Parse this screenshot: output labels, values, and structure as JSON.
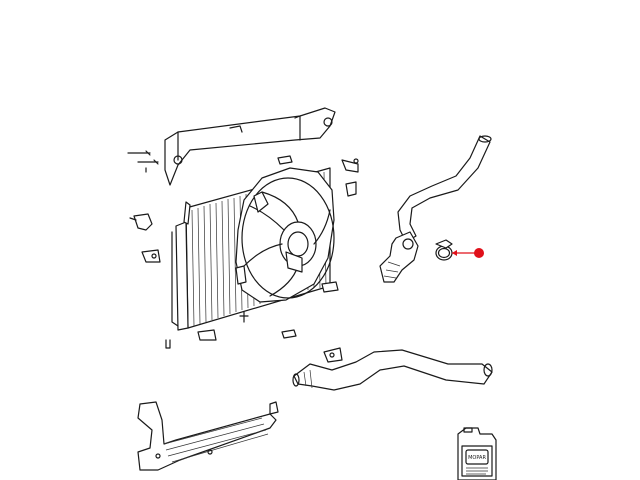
{
  "diagram": {
    "highlight_color": "#e0101a",
    "line_color": "#1a1a1a",
    "background": "#ffffff",
    "coolant_jug_label": "MOPAR",
    "parts": [
      "upper-radiator-bracket",
      "radiator-core",
      "cooling-fan",
      "radiator-hose",
      "hose-clamp",
      "lower-radiator-hose",
      "air-deflector",
      "coolant-jug"
    ],
    "callout": {
      "target": "hose-clamp",
      "color": "#e0101a"
    }
  }
}
